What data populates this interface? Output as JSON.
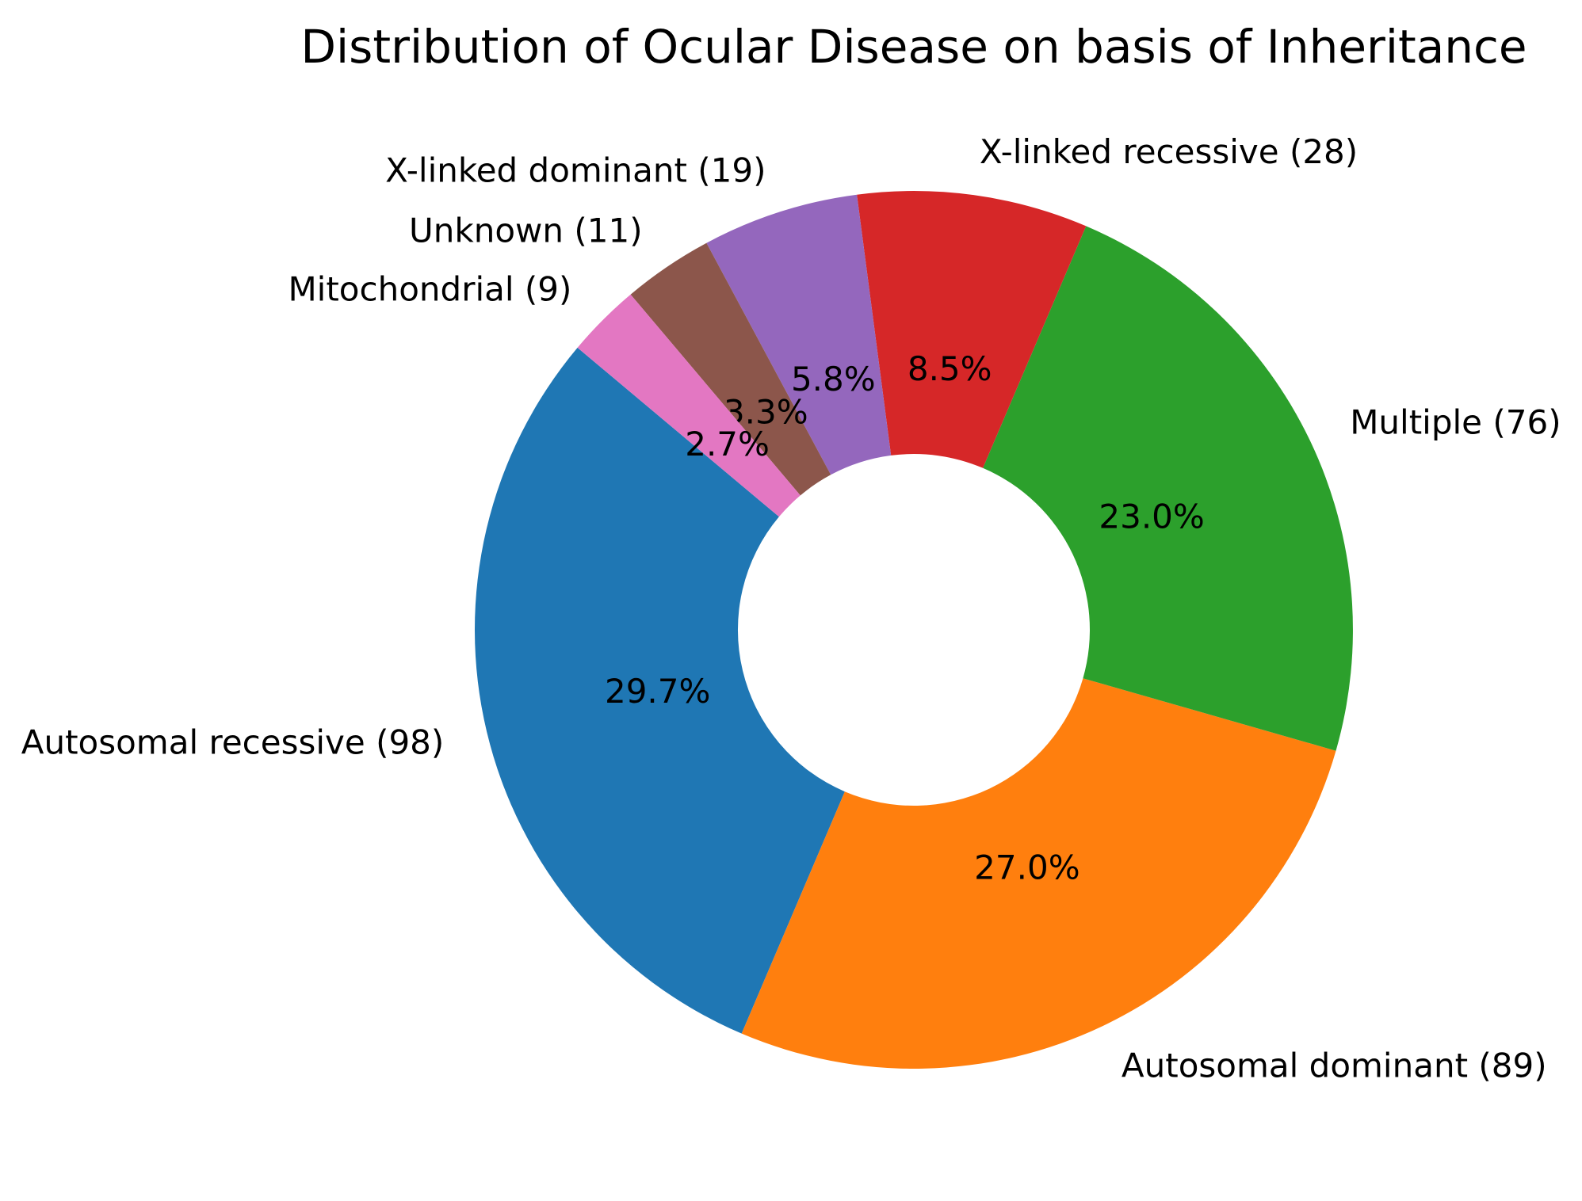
{
  "chart_data": {
    "type": "pie",
    "subtype": "donut",
    "title": "Distribution of Ocular Disease on basis of Inheritance",
    "legend_position": "none",
    "grid": false,
    "start_angle_deg": 140,
    "direction": "counterclockwise",
    "hole_color": "#ffffff",
    "text_color": "#000000",
    "slices": [
      {
        "label": "Autosomal recessive",
        "value": 98,
        "display_label": "Autosomal recessive (98)",
        "pct_label": "29.7%",
        "color": "#1f77b4"
      },
      {
        "label": "Autosomal dominant",
        "value": 89,
        "display_label": "Autosomal dominant (89)",
        "pct_label": "27.0%",
        "color": "#ff7f0e"
      },
      {
        "label": "Multiple",
        "value": 76,
        "display_label": "Multiple (76)",
        "pct_label": "23.0%",
        "color": "#2ca02c"
      },
      {
        "label": "X-linked recessive",
        "value": 28,
        "display_label": "X-linked recessive (28)",
        "pct_label": "8.5%",
        "color": "#d62728"
      },
      {
        "label": "X-linked dominant",
        "value": 19,
        "display_label": "X-linked dominant (19)",
        "pct_label": "5.8%",
        "color": "#9467bd"
      },
      {
        "label": "Unknown",
        "value": 11,
        "display_label": "Unknown (11)",
        "pct_label": "3.3%",
        "color": "#8c564b"
      },
      {
        "label": "Mitochondrial",
        "value": 9,
        "display_label": "Mitochondrial (9)",
        "pct_label": "2.7%",
        "color": "#e377c2"
      }
    ]
  }
}
